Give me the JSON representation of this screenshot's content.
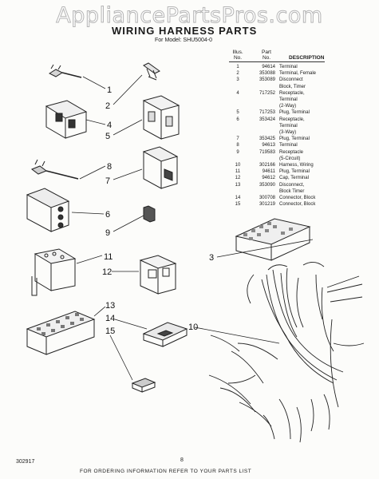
{
  "watermark": "AppliancePartsPros.com",
  "title": "WIRING HARNESS PARTS",
  "model_line": "For Model: SHU5004-0",
  "table": {
    "header_no_1": "Illus.",
    "header_no_2": "No.",
    "header_part_1": "Part",
    "header_part_2": "No.",
    "header_desc": "DESCRIPTION",
    "rows": [
      {
        "no": "1",
        "part": "94614",
        "desc": "Terminal"
      },
      {
        "no": "2",
        "part": "353088",
        "desc": "Terminal, Female"
      },
      {
        "no": "3",
        "part": "353089",
        "desc": "Disconnect"
      },
      {
        "no": "",
        "part": "",
        "desc": "Block, Timer"
      },
      {
        "no": "4",
        "part": "717252",
        "desc": "Receptacle,"
      },
      {
        "no": "",
        "part": "",
        "desc": "Terminal"
      },
      {
        "no": "",
        "part": "",
        "desc": "(2-Way)"
      },
      {
        "no": "5",
        "part": "717253",
        "desc": "Plug, Terminal"
      },
      {
        "no": "6",
        "part": "353424",
        "desc": "Receptacle,"
      },
      {
        "no": "",
        "part": "",
        "desc": "Terminal"
      },
      {
        "no": "",
        "part": "",
        "desc": "(3-Way)"
      },
      {
        "no": "7",
        "part": "353425",
        "desc": "Plug, Terminal"
      },
      {
        "no": "8",
        "part": "94613",
        "desc": "Terminal"
      },
      {
        "no": "9",
        "part": "719583",
        "desc": "Receptacle"
      },
      {
        "no": "",
        "part": "",
        "desc": "(5-Circuit)"
      },
      {
        "no": "10",
        "part": "302166",
        "desc": "Harness, Wiring"
      },
      {
        "no": "11",
        "part": "94611",
        "desc": "Plug, Terminal"
      },
      {
        "no": "12",
        "part": "94612",
        "desc": "Cap, Terminal"
      },
      {
        "no": "13",
        "part": "353090",
        "desc": "Disconnect,"
      },
      {
        "no": "",
        "part": "",
        "desc": "Block Timer"
      },
      {
        "no": "14",
        "part": "300708",
        "desc": "Connector, Block"
      },
      {
        "no": "15",
        "part": "301219",
        "desc": "Connector, Block"
      }
    ]
  },
  "callouts": [
    "1",
    "2",
    "3",
    "4",
    "5",
    "6",
    "7",
    "8",
    "9",
    "10",
    "11",
    "12",
    "13",
    "14",
    "15"
  ],
  "footer": "FOR ORDERING INFORMATION REFER TO YOUR PARTS LIST",
  "page_code": "302917",
  "page_number": "8"
}
